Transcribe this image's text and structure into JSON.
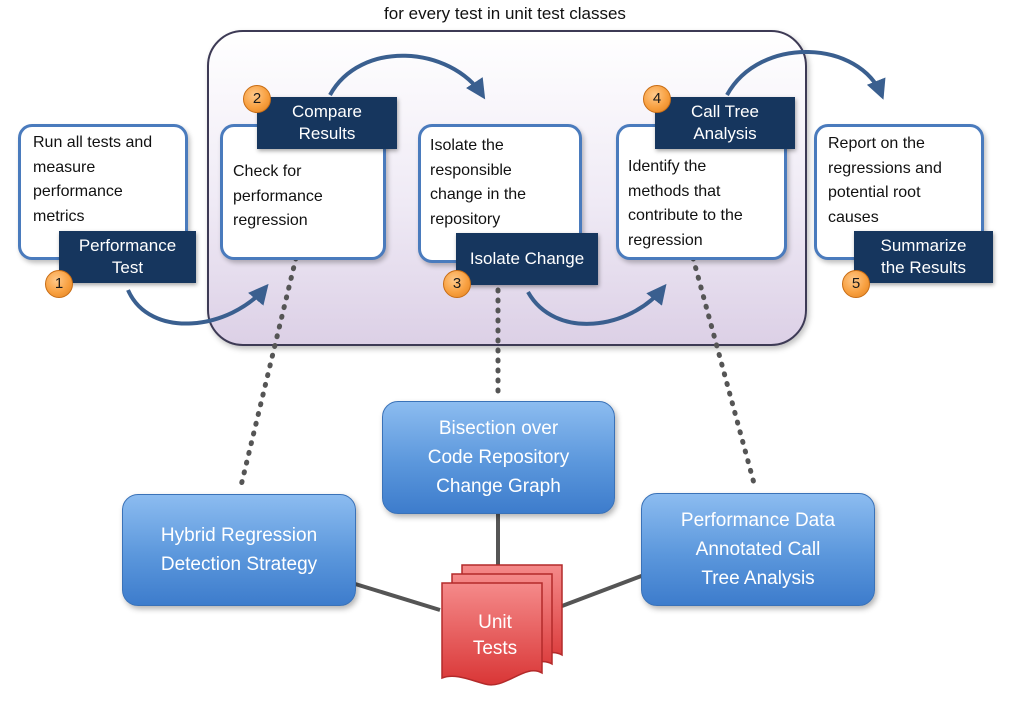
{
  "loop": {
    "title": "for every test in unit test classes"
  },
  "steps": [
    {
      "number": "1",
      "label": "Performance\nTest",
      "description": "Run all tests and\nmeasure\nperformance\nmetrics"
    },
    {
      "number": "2",
      "label": "Compare\nResults",
      "description": "Check for\nperformance\nregression"
    },
    {
      "number": "3",
      "label": "Isolate Change",
      "description": "Isolate the\nresponsible\nchange in the\nrepository"
    },
    {
      "number": "4",
      "label": "Call Tree\nAnalysis",
      "description": "Identify the\nmethods that\ncontribute to the\nregression"
    },
    {
      "number": "5",
      "label": "Summarize\nthe Results",
      "description": "Report on the\nregressions and\npotential root\ncauses"
    }
  ],
  "techniques": [
    {
      "label": "Hybrid Regression\nDetection Strategy"
    },
    {
      "label": "Bisection over\nCode Repository\nChange Graph"
    },
    {
      "label": "Performance Data\nAnnotated Call\nTree Analysis"
    }
  ],
  "unit_tests": {
    "label": "Unit\nTests"
  },
  "colors": {
    "step_label_bg": "#16365e",
    "card_border": "#4a7bbd",
    "number_badge": "#f8a040",
    "technique_box": "#5b97dc",
    "unit_tests": "#e84c4c",
    "arrow": "#3a5f8f",
    "loop_border": "#3d3a55"
  }
}
